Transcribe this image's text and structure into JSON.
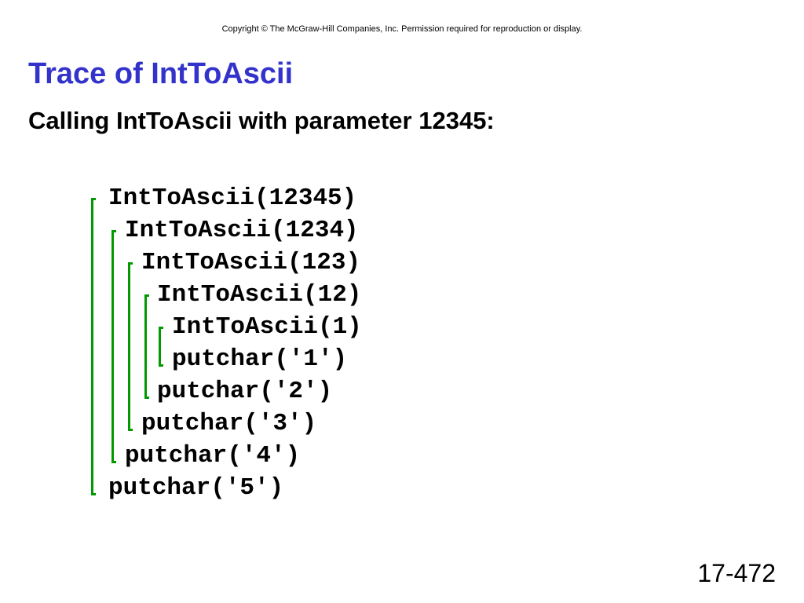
{
  "header": {
    "copyright": "Copyright © The McGraw-Hill Companies, Inc.  Permission required for reproduction or display."
  },
  "slide": {
    "title": "Trace of IntToAscii",
    "subtitle": "Calling IntToAscii with parameter 12345:",
    "trace": [
      "IntToAscii(12345)",
      "IntToAscii(1234)",
      "IntToAscii(123)",
      "IntToAscii(12)",
      "IntToAscii(1)",
      "putchar('1')",
      "putchar('2')",
      "putchar('3')",
      "putchar('4')",
      "putchar('5')"
    ],
    "page_number": "17-472"
  },
  "colors": {
    "title": "#3333cc",
    "bracket": "#009900",
    "text": "#000000"
  }
}
